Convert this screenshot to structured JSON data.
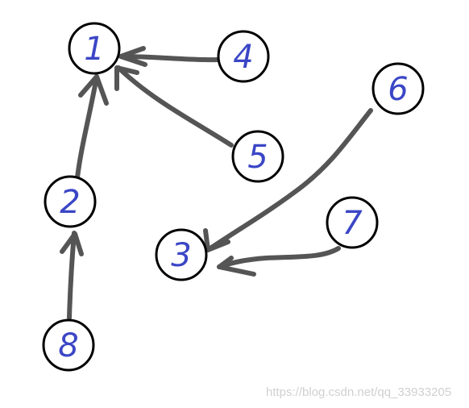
{
  "nodes": [
    {
      "id": "1",
      "label": "1"
    },
    {
      "id": "2",
      "label": "2"
    },
    {
      "id": "3",
      "label": "3"
    },
    {
      "id": "4",
      "label": "4"
    },
    {
      "id": "5",
      "label": "5"
    },
    {
      "id": "6",
      "label": "6"
    },
    {
      "id": "7",
      "label": "7"
    },
    {
      "id": "8",
      "label": "8"
    }
  ],
  "edges": [
    {
      "from": "4",
      "to": "1"
    },
    {
      "from": "5",
      "to": "1"
    },
    {
      "from": "2",
      "to": "1"
    },
    {
      "from": "8",
      "to": "2"
    },
    {
      "from": "6",
      "to": "3"
    },
    {
      "from": "7",
      "to": "3"
    }
  ],
  "colors": {
    "node_label": "#3b46c6",
    "node_border": "#000000",
    "edge": "#555555"
  },
  "watermark": "https://blog.csdn.net/qq_33933205"
}
